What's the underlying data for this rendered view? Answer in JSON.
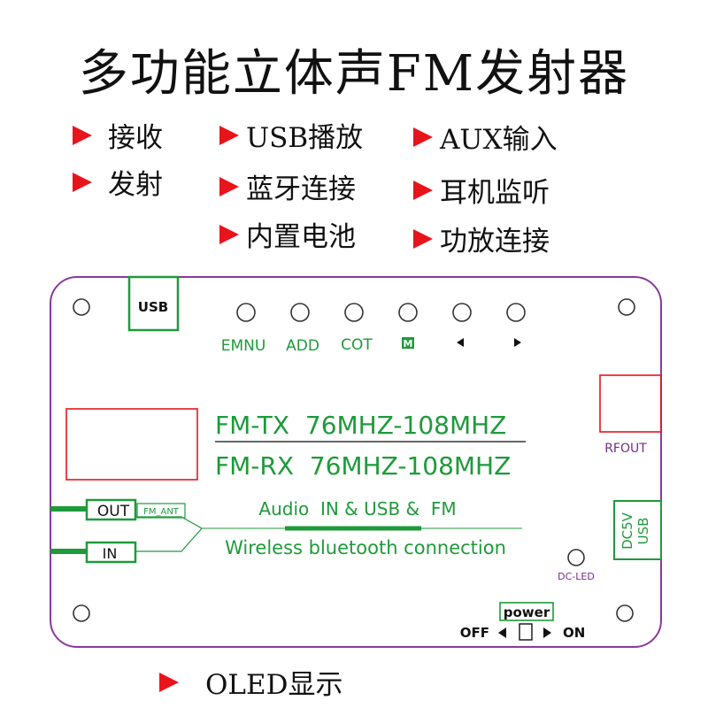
{
  "title": "多功能立体声FM发射器",
  "features": {
    "col1": [
      "接收",
      "发射"
    ],
    "col2": [
      "USB播放",
      "蓝牙连接",
      "内置电池"
    ],
    "col3": [
      "AUX输入",
      "耳机监听",
      "功放连接"
    ],
    "bottom": "OLED显示"
  },
  "board": {
    "usb_port": "USB",
    "buttons": [
      "EMNU",
      "ADD",
      "COT",
      "M",
      "◀",
      "▶"
    ],
    "spec_tx": "FM-TX  76MHZ-108MHZ",
    "spec_rx": "FM-RX  76MHZ-108MHZ",
    "rf_out": "RFOUT",
    "out_label": "OUT",
    "fm_ant": "FM_ANT",
    "in_label": "IN",
    "audio_text": "Audio  IN & USB &  FM",
    "wireless_text": "Wireless bluetooth connection",
    "dc5v": "DC5V",
    "dc_usb": "USB",
    "dc_led": "DC-LED",
    "power": "power",
    "off": "OFF",
    "on": "ON"
  },
  "colors": {
    "board_outline": "#8a3a9a",
    "green": "#1e9a3a",
    "red_marker": "#e8141c"
  }
}
